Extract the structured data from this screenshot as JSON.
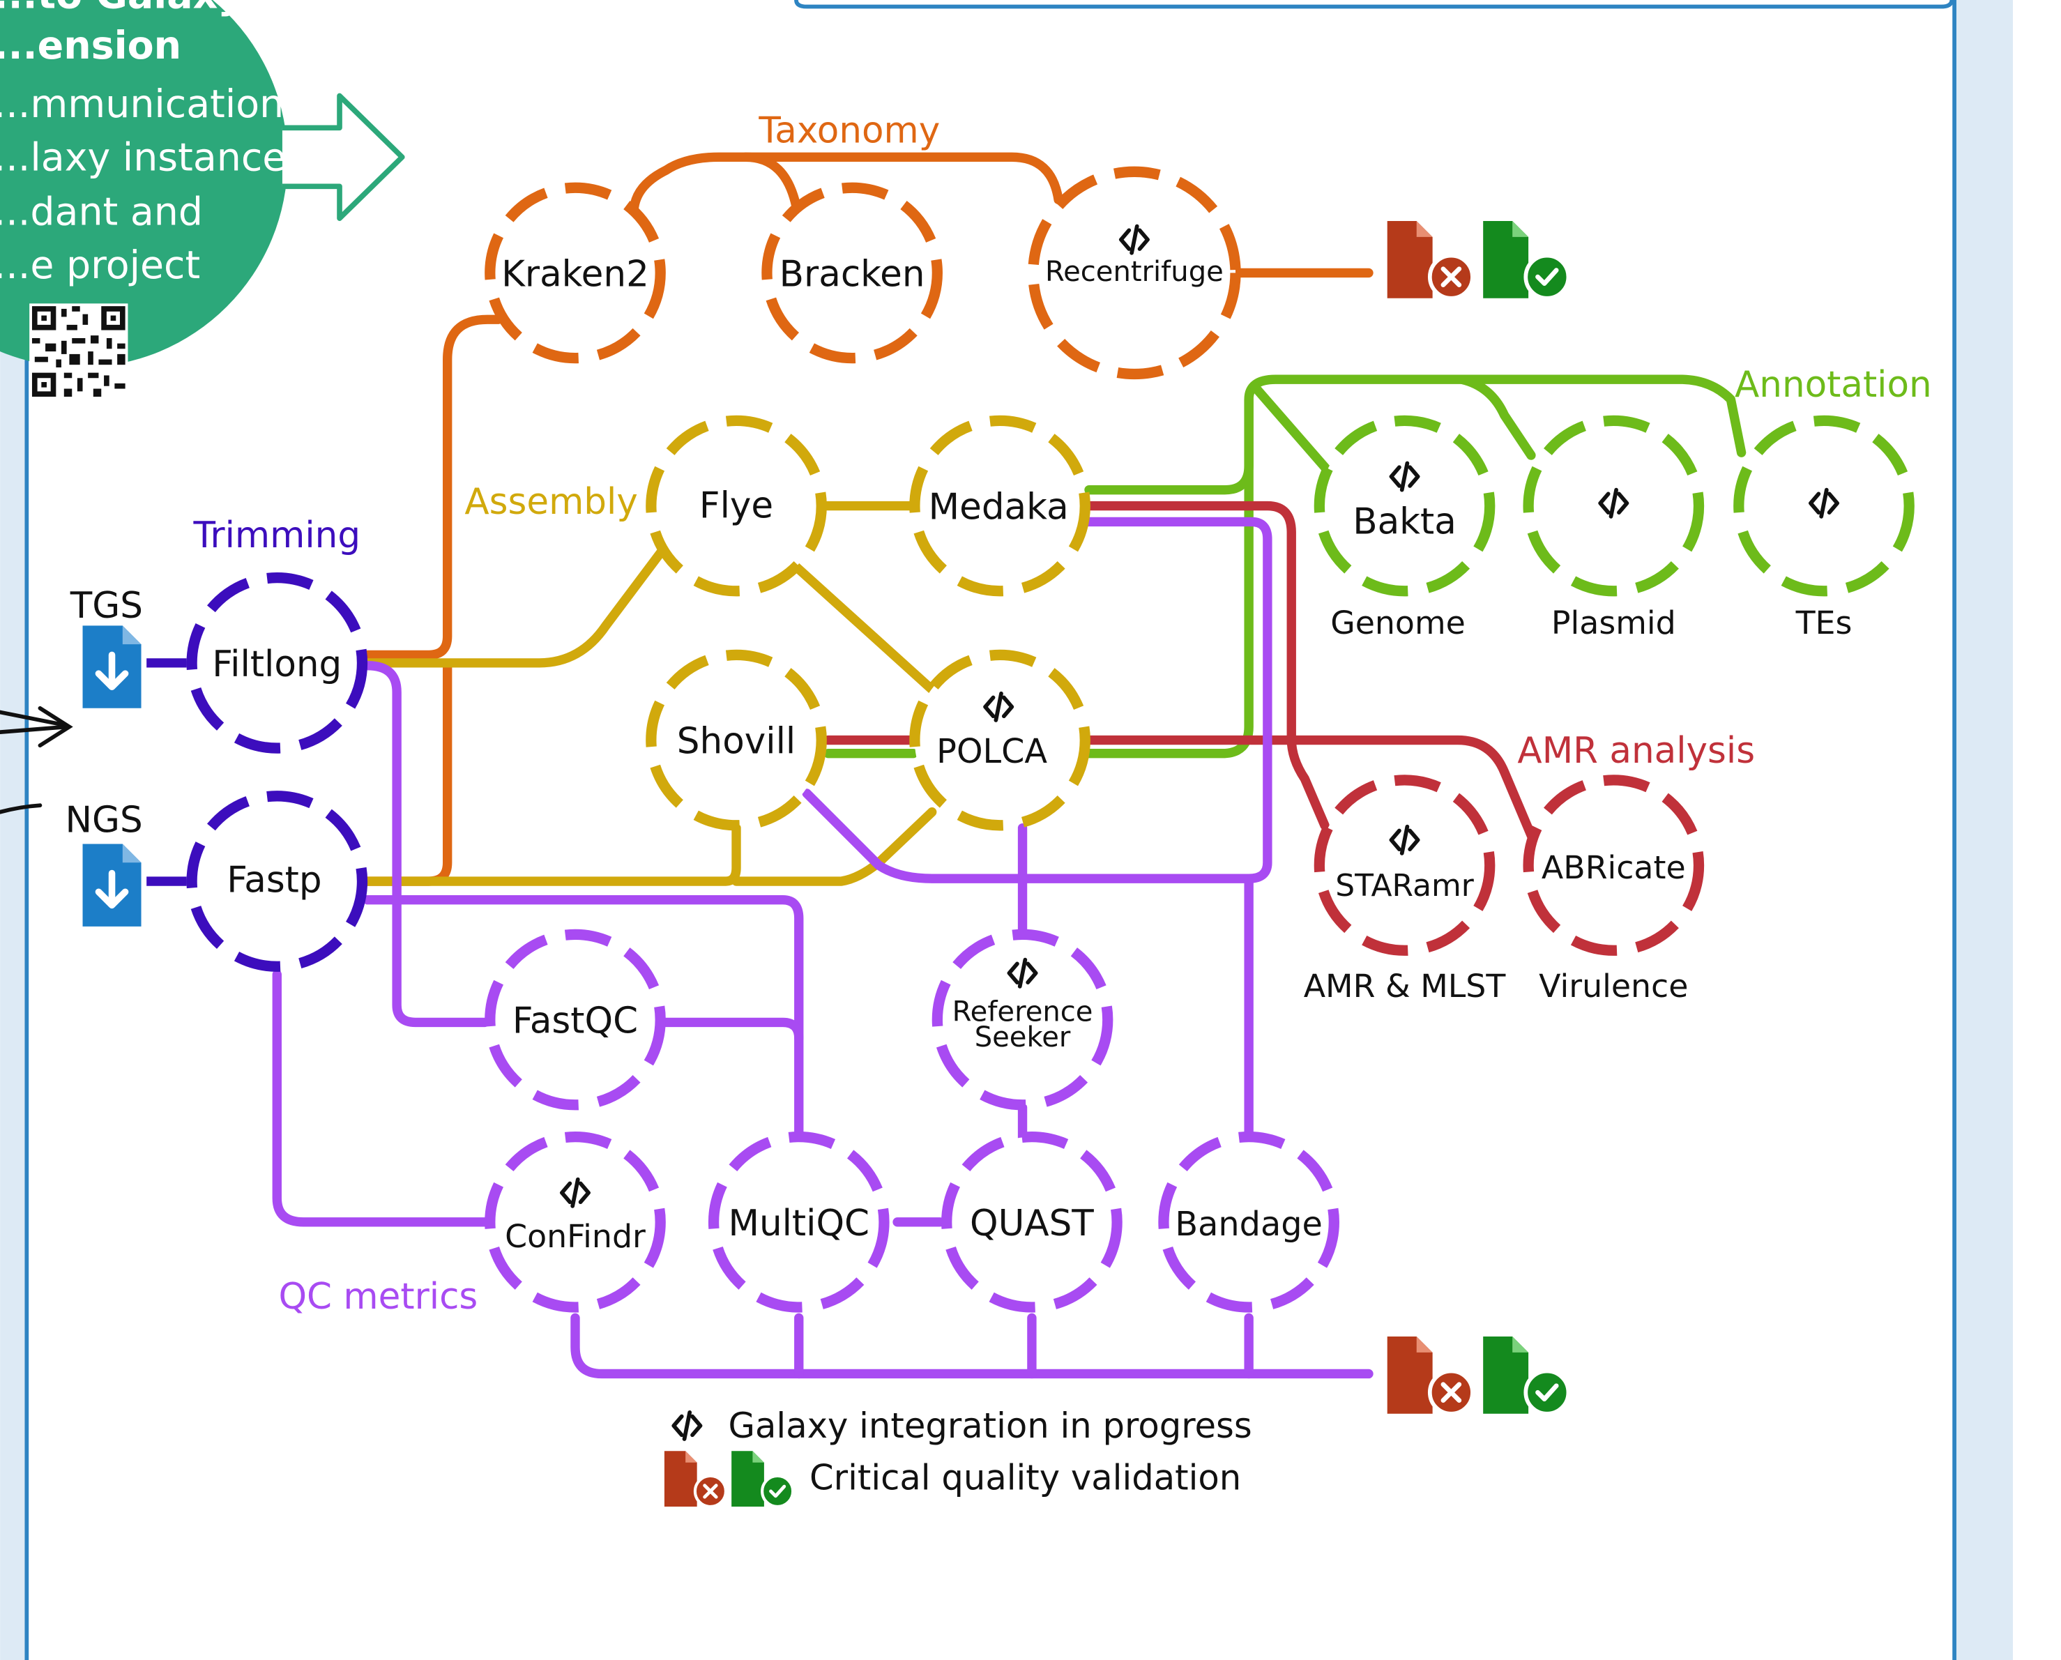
{
  "colors": {
    "taxonomy": "#df6713",
    "assembly": "#d1a90c",
    "annotation": "#6dbb1a",
    "amr": "#c0313a",
    "qc": "#a84bf2",
    "trimming": "#3c0dbd",
    "galaxy_green": "#2ca87a",
    "download_blue": "#1c7ec8",
    "panel_blue": "#2e84c2",
    "side_bg": "#ddeaf5",
    "fail_red": "#b53a1a",
    "pass_green": "#148a1e"
  },
  "callout": {
    "lines": [
      "...to Galaxy",
      "...ension",
      "...mmunication",
      "...laxy instance",
      "...dant and",
      "...e project"
    ]
  },
  "inputs": {
    "tgs_label": "TGS",
    "ngs_label": "NGS",
    "icon": "download-file-icon"
  },
  "groups": {
    "taxonomy": "Taxonomy",
    "assembly": "Assembly",
    "trimming": "Trimming",
    "annotation": "Annotation",
    "amr": "AMR analysis",
    "qc": "QC metrics"
  },
  "tools": {
    "kraken2": "Kraken2",
    "bracken": "Bracken",
    "recentrifuge": "Recentrifuge",
    "flye": "Flye",
    "medaka": "Medaka",
    "shovill": "Shovill",
    "polca": "POLCA",
    "bakta": "Bakta",
    "filtlong": "Filtlong",
    "fastp": "Fastp",
    "staramr": "STARamr",
    "abricate": "ABRicate",
    "fastqc": "FastQC",
    "refseeker_1": "Reference",
    "refseeker_2": "Seeker",
    "confindr": "ConFindr",
    "multiqc": "MultiQC",
    "quast": "QUAST",
    "bandage": "Bandage"
  },
  "sublabels": {
    "genome": "Genome",
    "plasmid": "Plasmid",
    "tes": "TEs",
    "amr_mlst": "AMR & MLST",
    "virulence": "Virulence"
  },
  "legend": {
    "galaxy_integration": "Galaxy integration in progress",
    "quality_validation": "Critical quality validation"
  },
  "icons": {
    "code": "code-icon",
    "fail_file": "file-fail-icon",
    "pass_file": "file-pass-icon",
    "qr": "qr-code"
  }
}
